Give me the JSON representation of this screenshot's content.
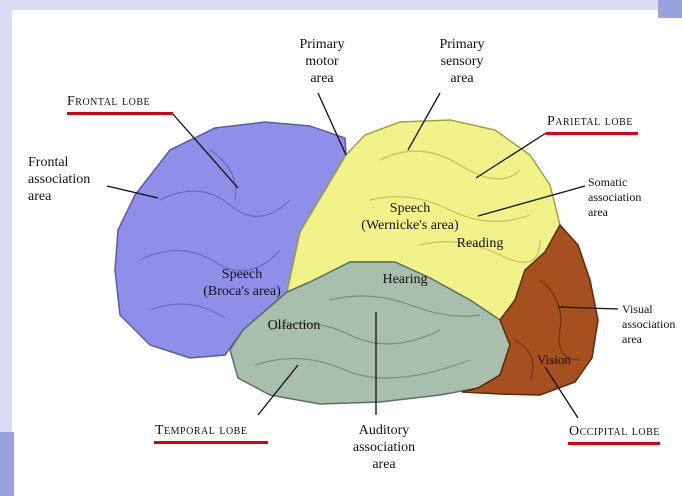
{
  "lobes": {
    "frontal": "Frontal lobe",
    "parietal": "Parietal lobe",
    "temporal": "Temporal lobe",
    "occipital": "Occipital lobe"
  },
  "areas": {
    "primary_motor": "Primary\nmotor\narea",
    "primary_sensory": "Primary\nsensory\narea",
    "frontal_association": "Frontal\nassociation\narea",
    "somatic_association": "Somatic\nassociation\narea",
    "speech_wernicke": "Speech\n(Wernicke's area)",
    "reading": "Reading",
    "speech_broca": "Speech\n(Broca's area)",
    "hearing": "Hearing",
    "olfaction": "Olfaction",
    "visual_association": "Visual\nassociation\narea",
    "vision": "Vision",
    "auditory_association": "Auditory\nassociation\narea"
  },
  "colors": {
    "frontal": "#8f8ee8",
    "parietal": "#f1f38a",
    "temporal": "#a9bfae",
    "occipital": "#a5501e",
    "underline": "#d80010"
  }
}
